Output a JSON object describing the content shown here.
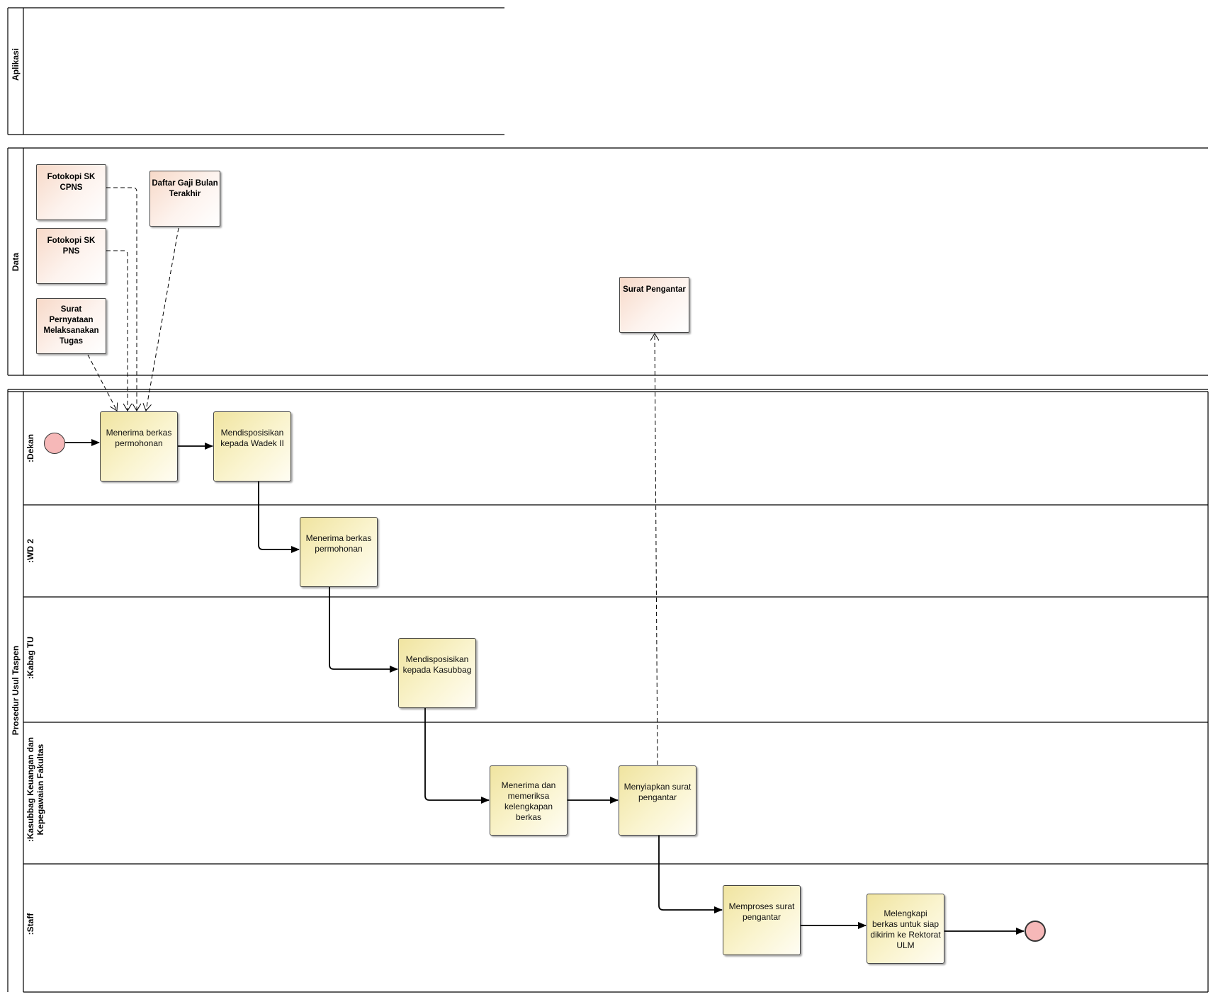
{
  "pools": {
    "aplikasi": {
      "label": "Aplikasi"
    },
    "data": {
      "label": "Data"
    },
    "process": {
      "label": "Prosedur Usul Taspen"
    }
  },
  "lanes": [
    {
      "label": ":Dekan"
    },
    {
      "label": ":WD 2"
    },
    {
      "label": ":Kabag TU"
    },
    {
      "label": ":Kasubbag Keuangan dan Kepegawaian Fakultas"
    },
    {
      "label": ":Staff"
    }
  ],
  "data_objects": [
    {
      "label": "Fotokopi SK CPNS"
    },
    {
      "label": "Fotokopi SK PNS"
    },
    {
      "label": "Surat Pernyataan Melaksanakan Tugas"
    },
    {
      "label": "Daftar Gaji Bulan Terakhir"
    },
    {
      "label": "Surat Pengantar"
    }
  ],
  "tasks": [
    {
      "label": "Menerima berkas permohonan"
    },
    {
      "label": "Mendisposisikan kepada Wadek II"
    },
    {
      "label": "Menerima berkas permohonan"
    },
    {
      "label": "Mendisposisikan kepada Kasubbag"
    },
    {
      "label": "Menerima dan memeriksa kelengkapan berkas"
    },
    {
      "label": "Menyiapkan surat pengantar"
    },
    {
      "label": "Memproses surat pengantar"
    },
    {
      "label": "Melengkapi berkas untuk siap dikirim ke Rektorat ULM"
    }
  ],
  "events": [
    {
      "type": "start",
      "color": "#f6b8b8"
    },
    {
      "type": "end",
      "color": "#f6b8b8"
    }
  ]
}
